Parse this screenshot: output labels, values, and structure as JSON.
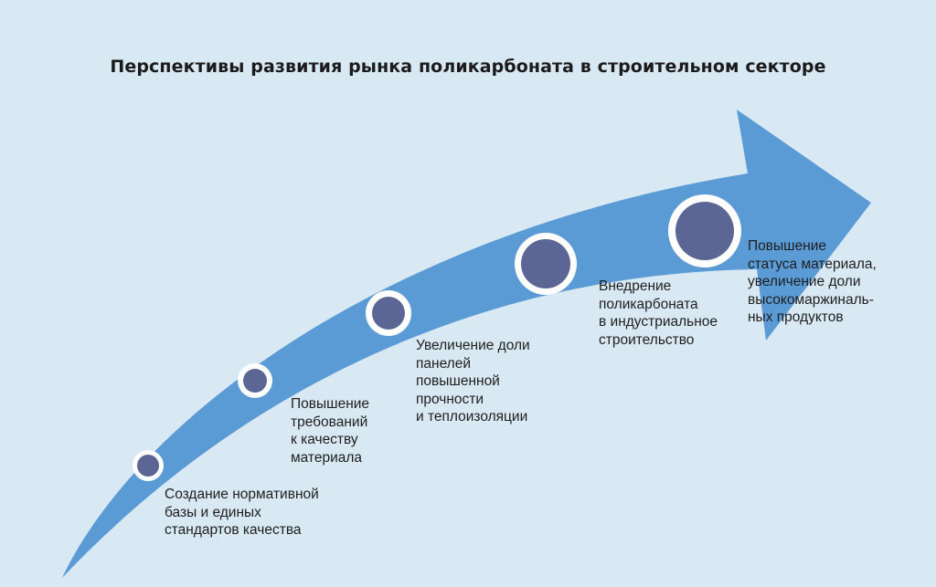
{
  "title": "Перспективы развития рынка поликарбоната в строительном секторе",
  "colors": {
    "background": "#d9e9f4",
    "arrow": "#5b9bd5",
    "milestone_fill": "#5b6695",
    "milestone_ring": "#ffffff"
  },
  "steps": [
    {
      "lines": [
        "Создание нормативной",
        "базы и единых",
        "стандартов качества"
      ]
    },
    {
      "lines": [
        "Повышение",
        "требований",
        "к качеству",
        "материала"
      ]
    },
    {
      "lines": [
        "Увеличение доли",
        "панелей",
        "повышенной",
        "прочности",
        "и теплоизоляции"
      ]
    },
    {
      "lines": [
        "Внедрение",
        "поликарбоната",
        "в индустриальное",
        "строительство"
      ]
    },
    {
      "lines": [
        "Повышение",
        "статуса материала,",
        "увеличение доли",
        "высокомаржиналь-",
        "ных продуктов"
      ]
    }
  ]
}
